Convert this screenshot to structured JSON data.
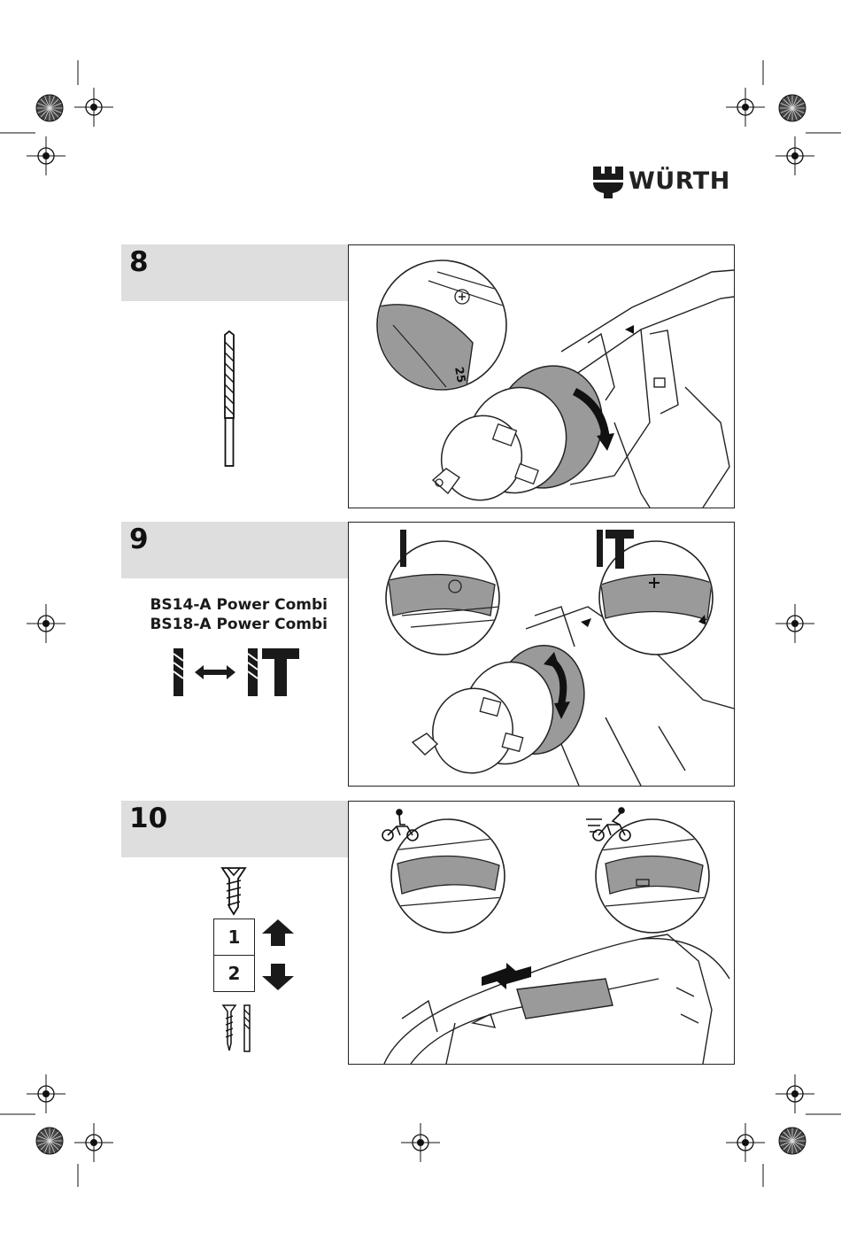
{
  "brand": {
    "name": "WÜRTH",
    "logo_icon": "wurth-logo-icon"
  },
  "steps": [
    {
      "number": "8",
      "illustration": "drill-bit-icon"
    },
    {
      "number": "9",
      "models": [
        "BS14-A Power Combi",
        "BS18-A Power Combi"
      ],
      "illustration": "drill-hammer-mode-switch-icon"
    },
    {
      "number": "10",
      "gears": [
        "1",
        "2"
      ],
      "illustration": "screw-gear-select-icon"
    }
  ],
  "dial_markings": {
    "torque_setting": "25"
  },
  "colors": {
    "header_bg": "#dedede",
    "dial_gray": "#9a9a9a",
    "ink": "#1a1a1a"
  }
}
